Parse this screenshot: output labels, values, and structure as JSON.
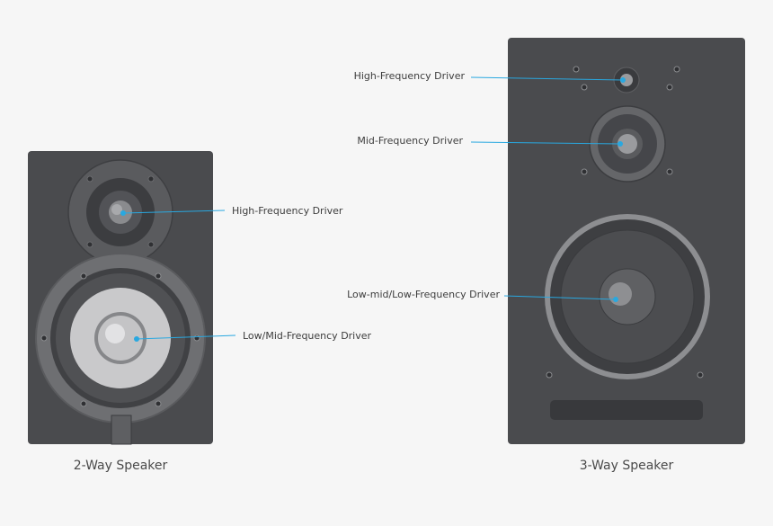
{
  "colors": {
    "background": "#f6f6f6",
    "cabinet": "#4a4b4e",
    "callout_line": "#29a8e0",
    "callout_dot": "#29a8e0",
    "label_text": "#3d3d3d"
  },
  "two_way": {
    "title": "2-Way Speaker",
    "labels": {
      "high": "High-Frequency Driver",
      "low_mid": "Low/Mid-Frequency Driver"
    }
  },
  "three_way": {
    "title": "3-Way Speaker",
    "labels": {
      "high": "High-Frequency Driver",
      "mid": "Mid-Frequency Driver",
      "low": "Low-mid/Low-Frequency Driver"
    }
  }
}
